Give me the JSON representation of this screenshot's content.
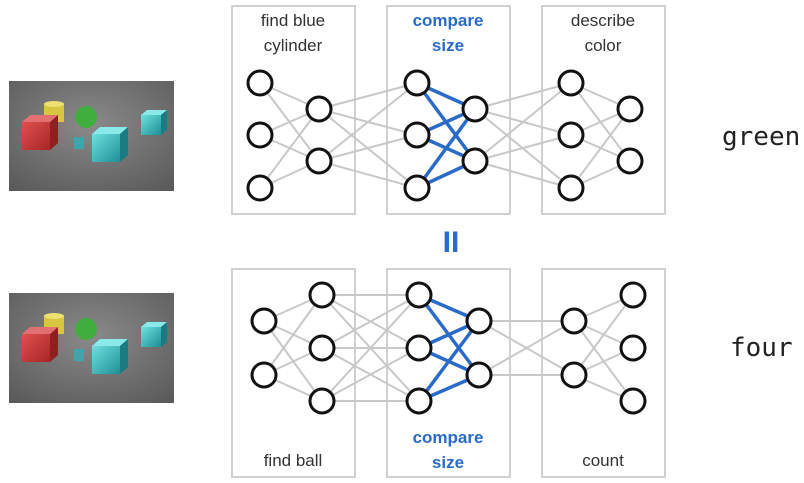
{
  "top_row": {
    "modules": [
      {
        "label_lines": [
          "find blue",
          "cylinder"
        ],
        "highlighted": false
      },
      {
        "label_lines": [
          "compare",
          "size"
        ],
        "highlighted": true
      },
      {
        "label_lines": [
          "describe",
          "color"
        ],
        "highlighted": false
      }
    ],
    "answer": "green"
  },
  "bottom_row": {
    "modules": [
      {
        "label_lines": [
          "find ball"
        ],
        "highlighted": false
      },
      {
        "label_lines": [
          "compare",
          "size"
        ],
        "highlighted": true
      },
      {
        "label_lines": [
          "count"
        ],
        "highlighted": false
      }
    ],
    "answer": "four"
  },
  "equality_symbol": "II",
  "colors": {
    "highlight": "#2a6bc9",
    "edge": "#c8c8c8",
    "node_stroke": "#111111",
    "box_border": "#d0d0d0"
  }
}
